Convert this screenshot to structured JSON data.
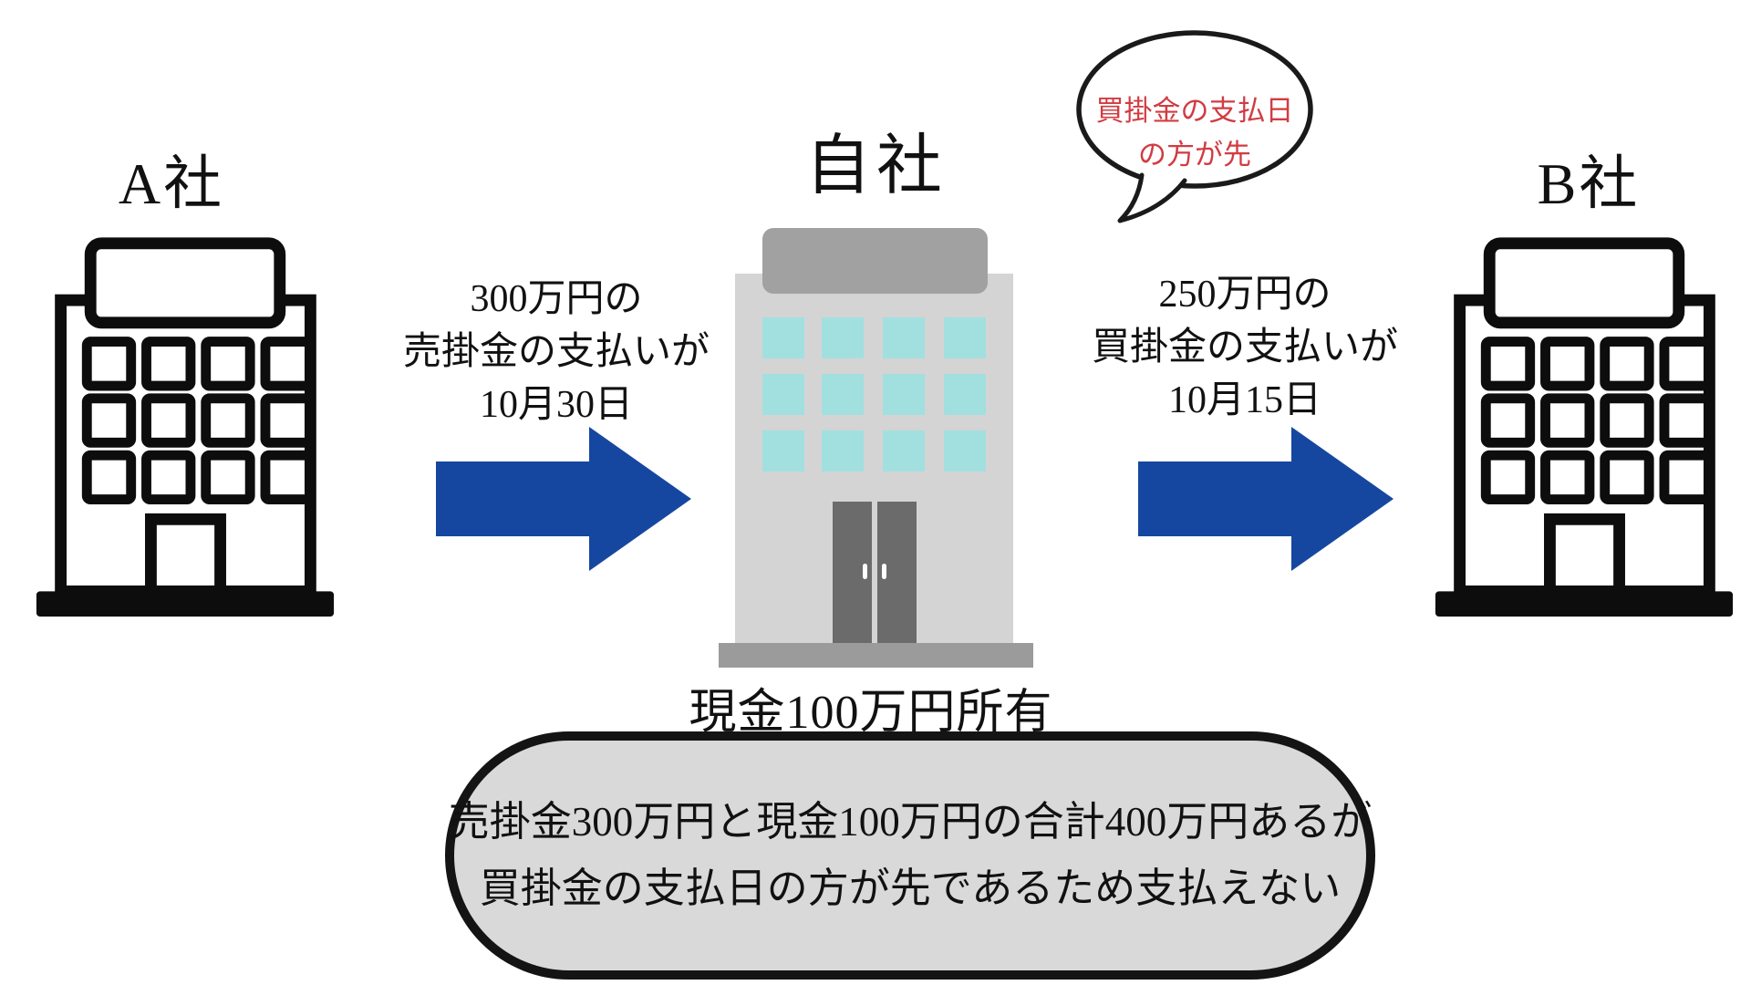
{
  "companies": {
    "a": {
      "name": "A社"
    },
    "own": {
      "name": "自社",
      "cash": "現金100万円所有"
    },
    "b": {
      "name": "B社"
    }
  },
  "receivable_flow": {
    "lines": [
      "300万円の",
      "売掛金の支払いが",
      "10月30日"
    ]
  },
  "payable_flow": {
    "lines": [
      "250万円の",
      "買掛金の支払いが",
      "10月15日"
    ]
  },
  "speech_bubble": {
    "lines": [
      "買掛金の支払日",
      "の方が先"
    ]
  },
  "summary_box": {
    "lines": [
      "売掛金300万円と現金100万円の合計400万円あるが",
      "買掛金の支払日の方が先であるため支払えない"
    ]
  },
  "colors": {
    "arrow_blue": "#1647a0",
    "bubble_red": "#d13c42",
    "box_fill": "#d9d9d9",
    "building_body": "#d4d4d4",
    "building_roof": "#a1a1a1",
    "building_window": "#a2dfdf",
    "building_door": "#6b6b6b",
    "building_base": "#9b9b9b",
    "outline_black": "#0d0d0d"
  }
}
